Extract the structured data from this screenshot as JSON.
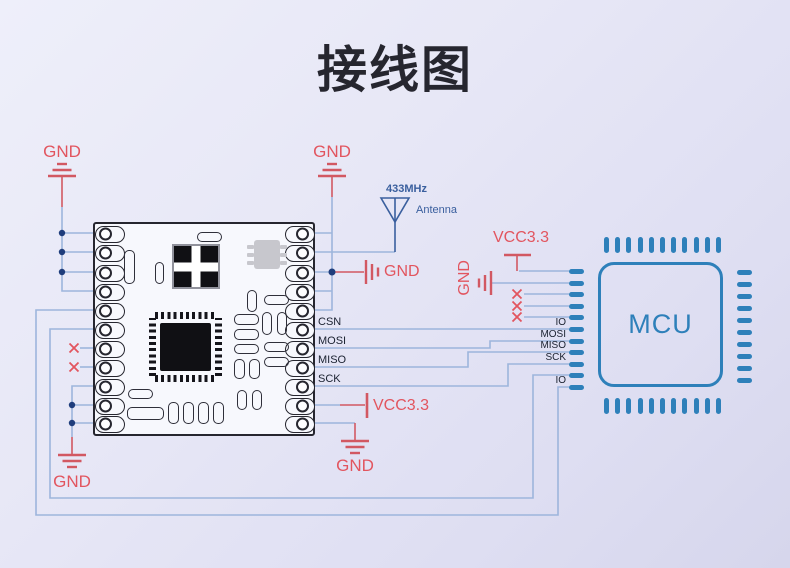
{
  "title": "接线图",
  "colors": {
    "background_top": "#eeeffa",
    "background_bottom": "#d6d6ec",
    "wire_blue": "#9db5dc",
    "wire_red": "#d25862",
    "accent_red": "#e2555f",
    "mcu_blue": "#2e80ba",
    "antenna_blue": "#3a5f9e",
    "junction_dot": "#1f3d7c",
    "module_outline": "#26262f"
  },
  "antenna": {
    "freq": "433MHz",
    "label": "Antenna"
  },
  "power_ground": {
    "gnd_top_left": "GND",
    "gnd_top_right": "GND",
    "gnd_module_right": "GND",
    "gnd_module_bottom": "GND",
    "gnd_bottom_left": "GND",
    "gnd_mcu": "GND",
    "vcc_module": "VCC3.3",
    "vcc_mcu": "VCC3.3"
  },
  "module_pins": {
    "csn": "CSN",
    "mosi": "MOSI",
    "miso": "MISO",
    "sck": "SCK"
  },
  "mcu": {
    "name": "MCU",
    "pin_labels": {
      "io_top": "IO",
      "mosi": "MOSI",
      "miso": "MISO",
      "sck": "SCK",
      "io_bottom": "IO"
    }
  }
}
